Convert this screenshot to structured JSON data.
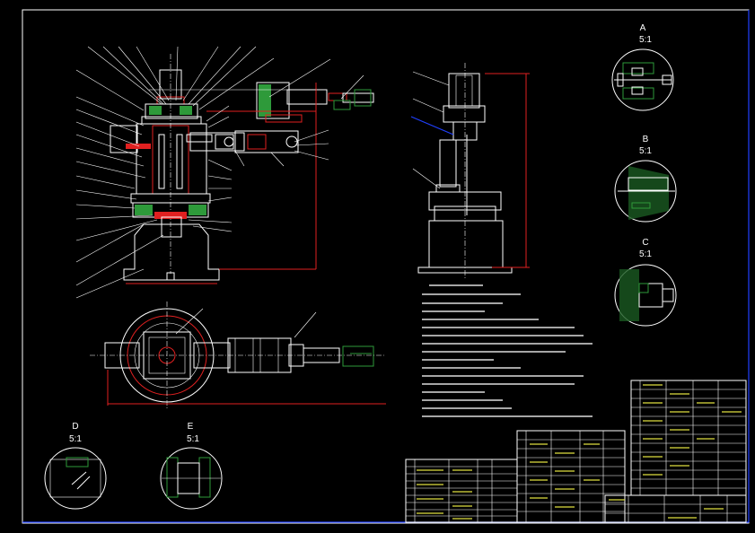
{
  "details": [
    {
      "id": "A",
      "scale": "5:1"
    },
    {
      "id": "B",
      "scale": "5:1"
    },
    {
      "id": "C",
      "scale": "5:1"
    },
    {
      "id": "D",
      "scale": "5:1"
    },
    {
      "id": "E",
      "scale": "5:1"
    }
  ],
  "colors": {
    "background": "#000000",
    "outline": "#ffffff",
    "section": "#e02020",
    "hatch": "#2e9a3a",
    "leader": "#20c0c0",
    "frame_accent": "#2040ff"
  }
}
